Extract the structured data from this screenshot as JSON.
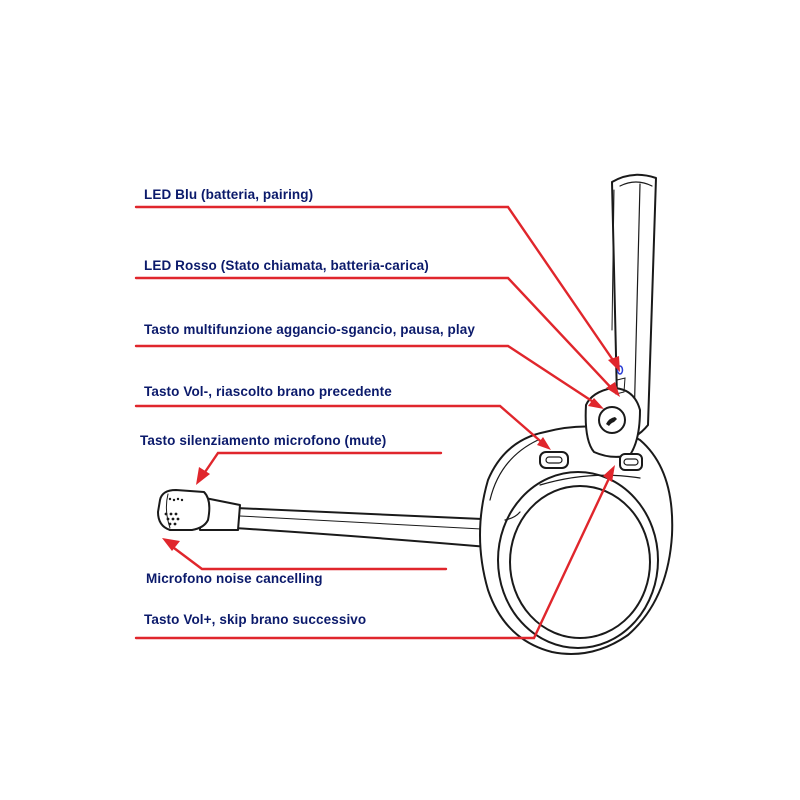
{
  "colors": {
    "label_text": "#0b1a6b",
    "leader_line": "#e0262c",
    "outline": "#1a1a1a",
    "led_blue": "#2b3fd6"
  },
  "labels": {
    "led_blu": "LED Blu (batteria, pairing)",
    "led_rosso": "LED Rosso (Stato chiamata, batteria-carica)",
    "multifunction": "Tasto multifunzione aggancio-sgancio, pausa, play",
    "vol_minus": "Tasto Vol-, riascolto brano precedente",
    "mute": "Tasto silenziamento microfono (mute)",
    "microphone": "Microfono noise cancelling",
    "vol_plus": "Tasto Vol+, skip brano successivo"
  }
}
